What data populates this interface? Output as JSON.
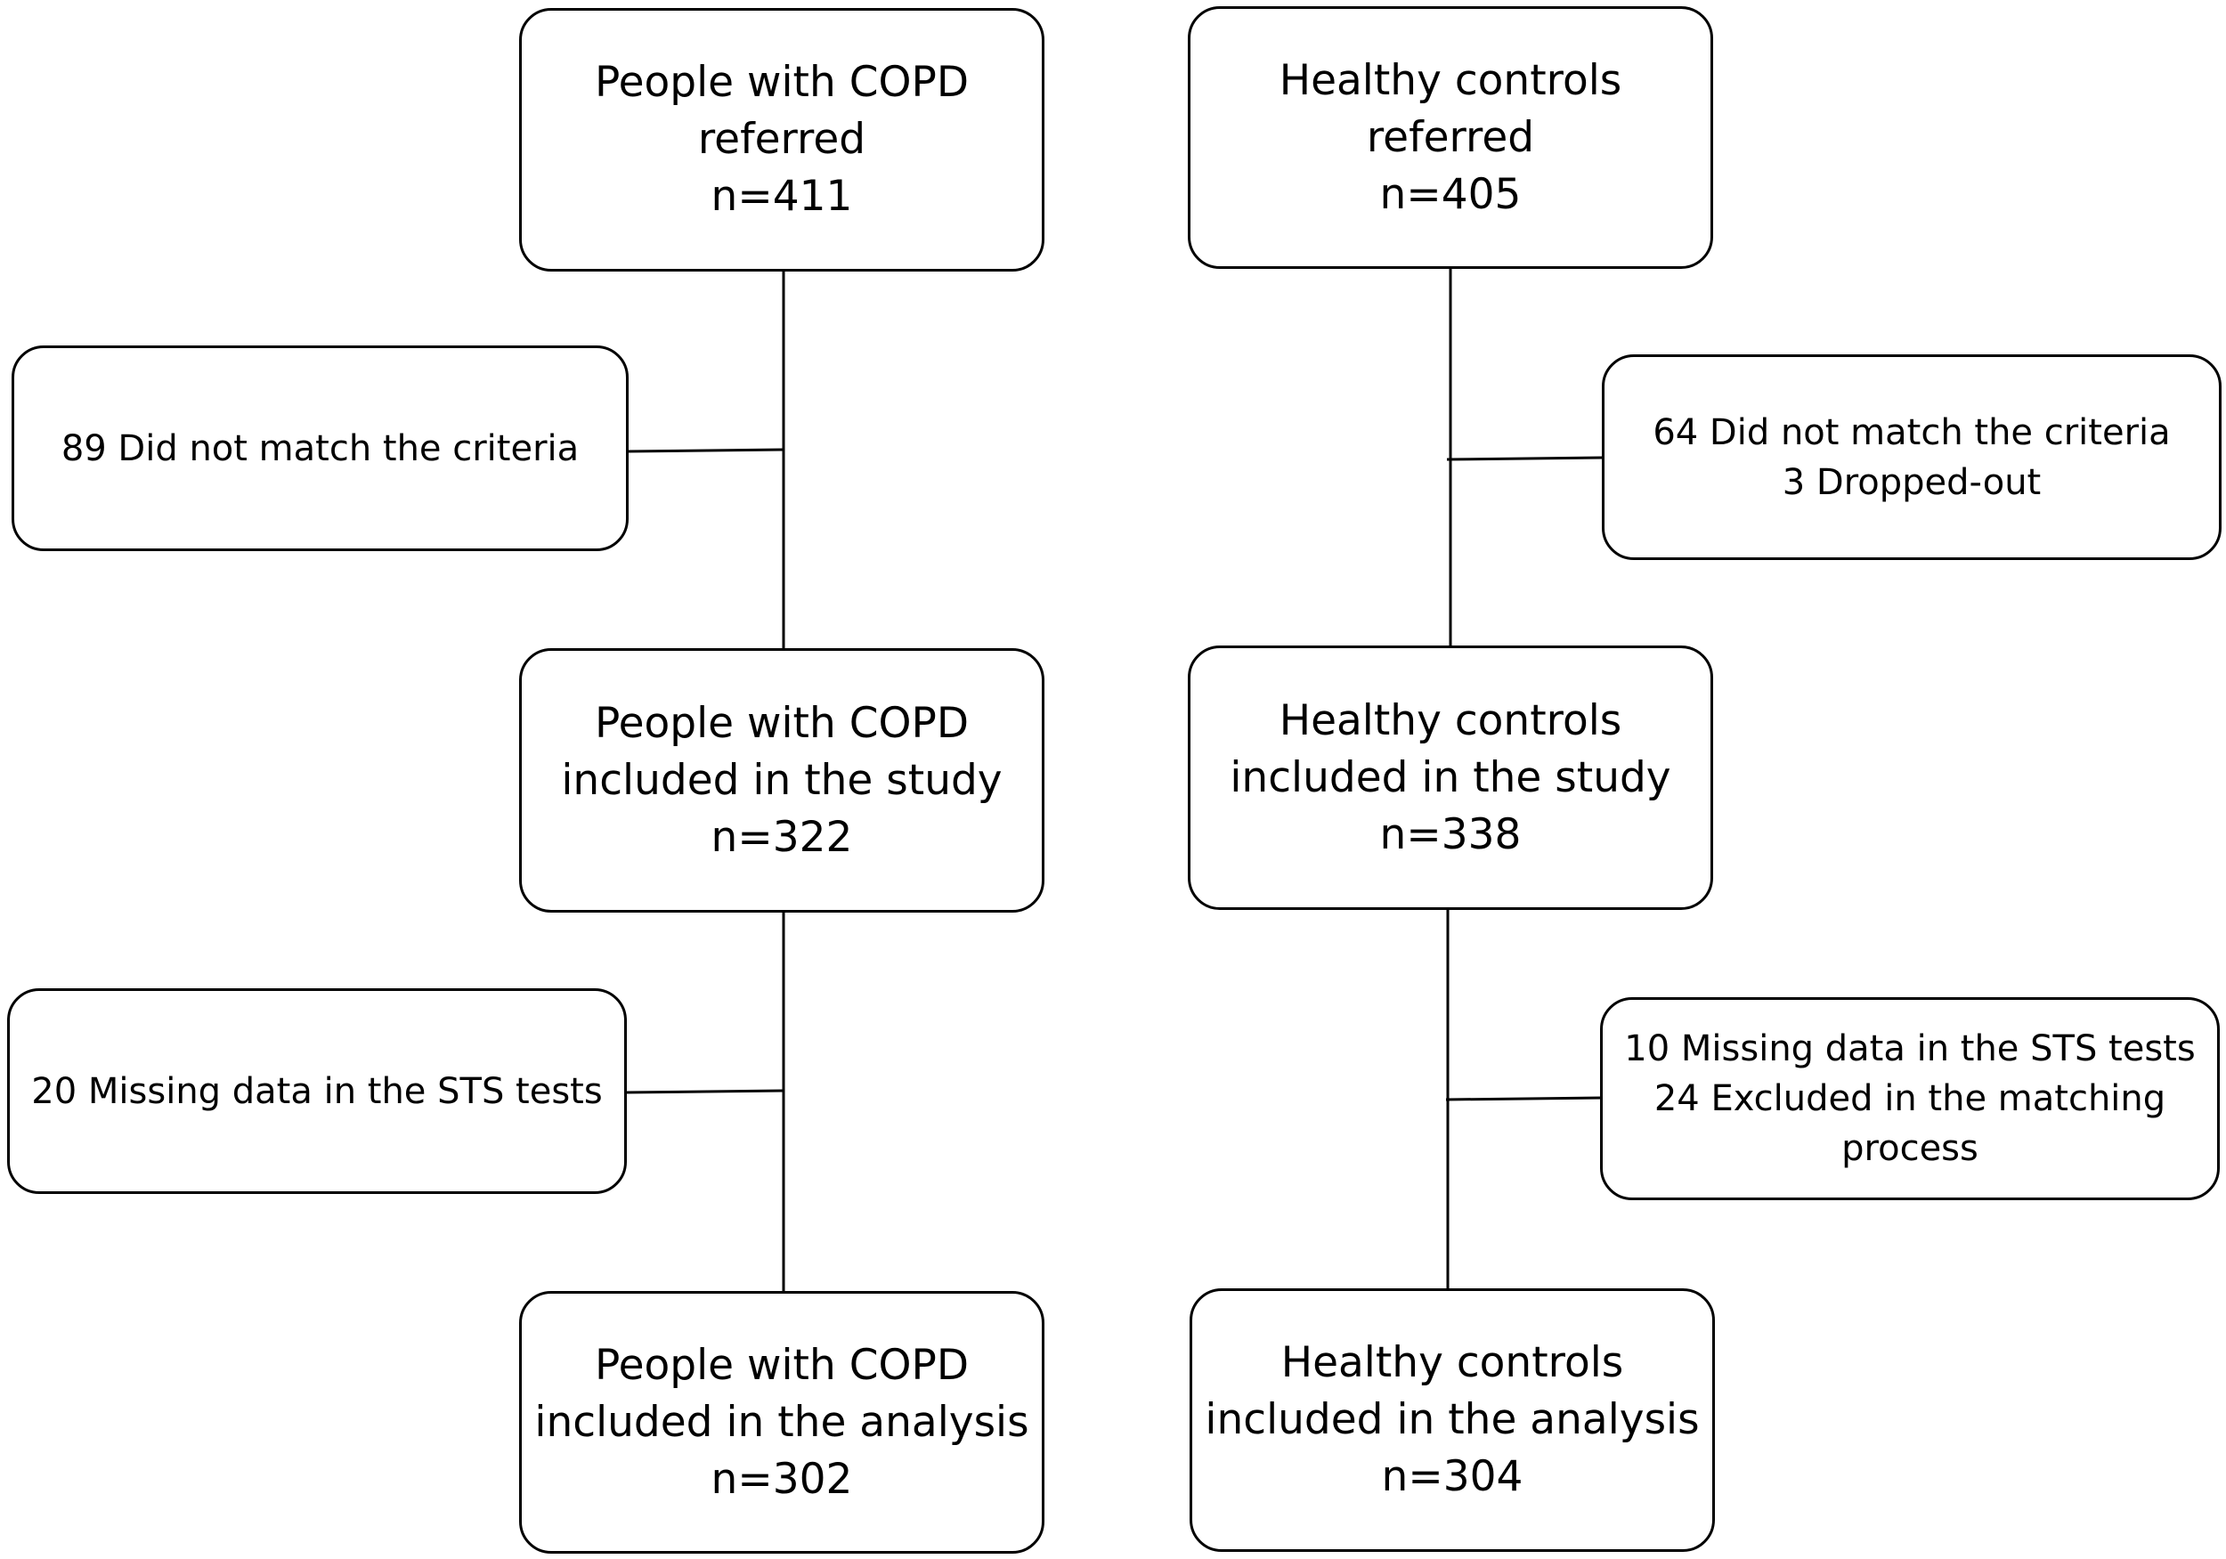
{
  "left_column": {
    "referred": {
      "line1": "People with COPD",
      "line2": "referred",
      "line3": "n=411"
    },
    "excluded": {
      "line1": "89 Did not match the criteria"
    },
    "included_study": {
      "line1": "People with COPD",
      "line2": "included in the study",
      "line3": "n=322"
    },
    "missing": {
      "line1": "20 Missing data in the STS tests"
    },
    "included_analysis": {
      "line1": "People with COPD",
      "line2": "included in the analysis",
      "line3": "n=302"
    }
  },
  "right_column": {
    "referred": {
      "line1": "Healthy controls",
      "line2": "referred",
      "line3": "n=405"
    },
    "excluded": {
      "line1": "64 Did not match the criteria",
      "line2": "3 Dropped-out"
    },
    "included_study": {
      "line1": "Healthy controls",
      "line2": "included in the study",
      "line3": "n=338"
    },
    "missing": {
      "line1": "10 Missing data in the STS tests",
      "line2": "24 Excluded in the matching",
      "line3": "process"
    },
    "included_analysis": {
      "line1": "Healthy controls",
      "line2": "included in the analysis",
      "line3": "n=304"
    }
  }
}
